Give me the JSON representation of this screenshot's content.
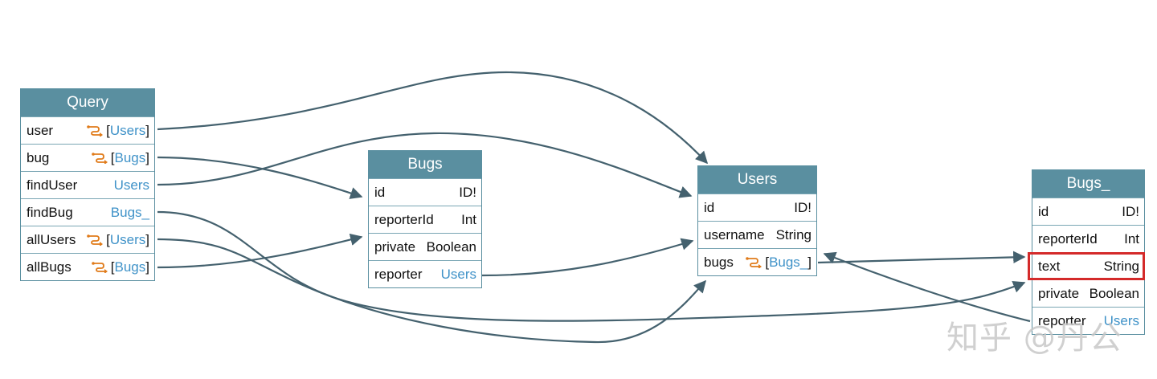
{
  "nodes": {
    "query": {
      "title": "Query",
      "fields": [
        {
          "name": "user",
          "open": "[",
          "type": "Users",
          "close": "]"
        },
        {
          "name": "bug",
          "open": "[",
          "type": "Bugs",
          "close": "]"
        },
        {
          "name": "findUser",
          "type": "Users"
        },
        {
          "name": "findBug",
          "type": "Bugs_"
        },
        {
          "name": "allUsers",
          "open": "[",
          "type": "Users",
          "close": "]"
        },
        {
          "name": "allBugs",
          "open": "[",
          "type": "Bugs",
          "close": "]"
        }
      ]
    },
    "bugs": {
      "title": "Bugs",
      "fields": [
        {
          "name": "id",
          "type": "ID!"
        },
        {
          "name": "reporterId",
          "type": "Int"
        },
        {
          "name": "private",
          "type": "Boolean"
        },
        {
          "name": "reporter",
          "type": "Users"
        }
      ]
    },
    "users": {
      "title": "Users",
      "fields": [
        {
          "name": "id",
          "type": "ID!"
        },
        {
          "name": "username",
          "type": "String"
        },
        {
          "name": "bugs",
          "open": "[",
          "type": "Bugs_",
          "close": "]"
        }
      ]
    },
    "bugs_": {
      "title": "Bugs_",
      "fields": [
        {
          "name": "id",
          "type": "ID!"
        },
        {
          "name": "reporterId",
          "type": "Int"
        },
        {
          "name": "text",
          "type": "String"
        },
        {
          "name": "private",
          "type": "Boolean"
        },
        {
          "name": "reporter",
          "type": "Users"
        }
      ]
    }
  },
  "colors": {
    "header": "#5a8fa0",
    "edge": "#44616e",
    "link_type": "#3f92c8",
    "relation_icon": "#e07b1a",
    "highlight": "#d42a2a"
  },
  "icons": {
    "relation": "relation-list-icon"
  },
  "watermark": "知乎 @丹公"
}
